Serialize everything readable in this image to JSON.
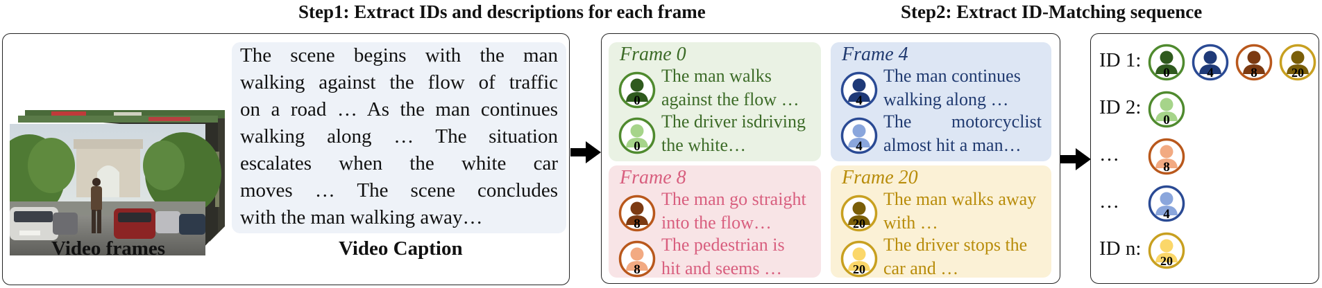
{
  "steps": {
    "step1": "Step1: Extract IDs and descriptions for each frame",
    "step2": "Step2: Extract ID-Matching sequence"
  },
  "video": {
    "frames_label": "Video frames",
    "caption_label": "Video Caption",
    "caption_lines": [
      "The scene begins with the man",
      "walking against the flow of traffic",
      "on a road … As the man continues",
      "walking along … The situation",
      "escalates when the white car",
      "moves … The scene concludes",
      "with the man walking away…"
    ]
  },
  "frames": [
    {
      "title": "Frame 0",
      "bg": "#eaf2e4",
      "color": "#3c6b27",
      "entries": [
        {
          "id": "0",
          "ring": "#4f8a2e",
          "fill": "#2f5a1e",
          "lines": [
            "The man walks",
            "against the flow …"
          ]
        },
        {
          "id": "0",
          "ring": "#4f8a2e",
          "fill": "#a6d48a",
          "lines": [
            "The driver isdriving",
            "the white…"
          ]
        }
      ]
    },
    {
      "title": "Frame 4",
      "bg": "#dde6f4",
      "color": "#203a70",
      "entries": [
        {
          "id": "4",
          "ring": "#2a4a94",
          "fill": "#1f3a78",
          "lines": [
            "The man continues",
            "walking along …"
          ]
        },
        {
          "id": "4",
          "ring": "#2a4a94",
          "fill": "#8aa6dc",
          "lines": [
            "The motorcyclist",
            "almost hit a man…"
          ]
        }
      ]
    },
    {
      "title": "Frame 8",
      "bg": "#f8e4e6",
      "color": "#d85e7e",
      "entries": [
        {
          "id": "8",
          "ring": "#b9581c",
          "fill": "#7c3a12",
          "lines": [
            "The man go straight",
            "into the flow…"
          ]
        },
        {
          "id": "8",
          "ring": "#b9581c",
          "fill": "#f2aa82",
          "lines": [
            "The pedestrian is",
            "hit and seems …"
          ]
        }
      ]
    },
    {
      "title": "Frame 20",
      "bg": "#fbf1d6",
      "color": "#b88c0a",
      "entries": [
        {
          "id": "20",
          "ring": "#c8a020",
          "fill": "#7a5e08",
          "lines": [
            "The man walks away",
            "with …"
          ]
        },
        {
          "id": "20",
          "ring": "#c8a020",
          "fill": "#fbd76a",
          "lines": [
            "The driver stops the",
            "car and …"
          ]
        }
      ]
    }
  ],
  "sequence": {
    "rows": [
      {
        "label": "ID 1:",
        "avatars": [
          {
            "id": "0",
            "ring": "#4f8a2e",
            "fill": "#2f5a1e"
          },
          {
            "id": "4",
            "ring": "#2a4a94",
            "fill": "#1f3a78"
          },
          {
            "id": "8",
            "ring": "#b9581c",
            "fill": "#7c3a12"
          },
          {
            "id": "20",
            "ring": "#c8a020",
            "fill": "#7a5e08"
          }
        ]
      },
      {
        "label": "ID 2:",
        "avatars": [
          {
            "id": "0",
            "ring": "#4f8a2e",
            "fill": "#a6d48a"
          }
        ]
      },
      {
        "label": "…",
        "avatars": [
          {
            "id": "8",
            "ring": "#b9581c",
            "fill": "#f2aa82"
          }
        ]
      },
      {
        "label": "…",
        "avatars": [
          {
            "id": "4",
            "ring": "#2a4a94",
            "fill": "#8aa6dc"
          }
        ]
      },
      {
        "label": "ID n:",
        "avatars": [
          {
            "id": "20",
            "ring": "#c8a020",
            "fill": "#fbd76a"
          }
        ]
      }
    ]
  }
}
